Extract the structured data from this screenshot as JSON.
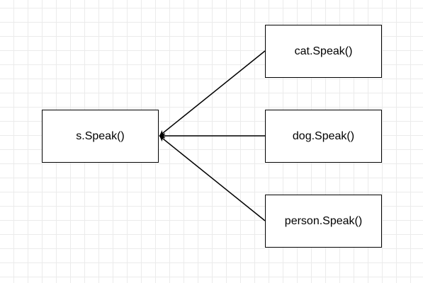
{
  "diagram": {
    "target": {
      "label": "s.Speak()"
    },
    "sources": [
      {
        "label": "cat.Speak()"
      },
      {
        "label": "dog.Speak()"
      },
      {
        "label": "person.Speak()"
      }
    ],
    "edges": [
      {
        "from": "cat.Speak()",
        "to": "s.Speak()"
      },
      {
        "from": "dog.Speak()",
        "to": "s.Speak()"
      },
      {
        "from": "person.Speak()",
        "to": "s.Speak()"
      }
    ],
    "colors": {
      "stroke": "#000000",
      "node_fill": "#ffffff",
      "grid": "#ebebeb",
      "background": "#ffffff"
    }
  }
}
